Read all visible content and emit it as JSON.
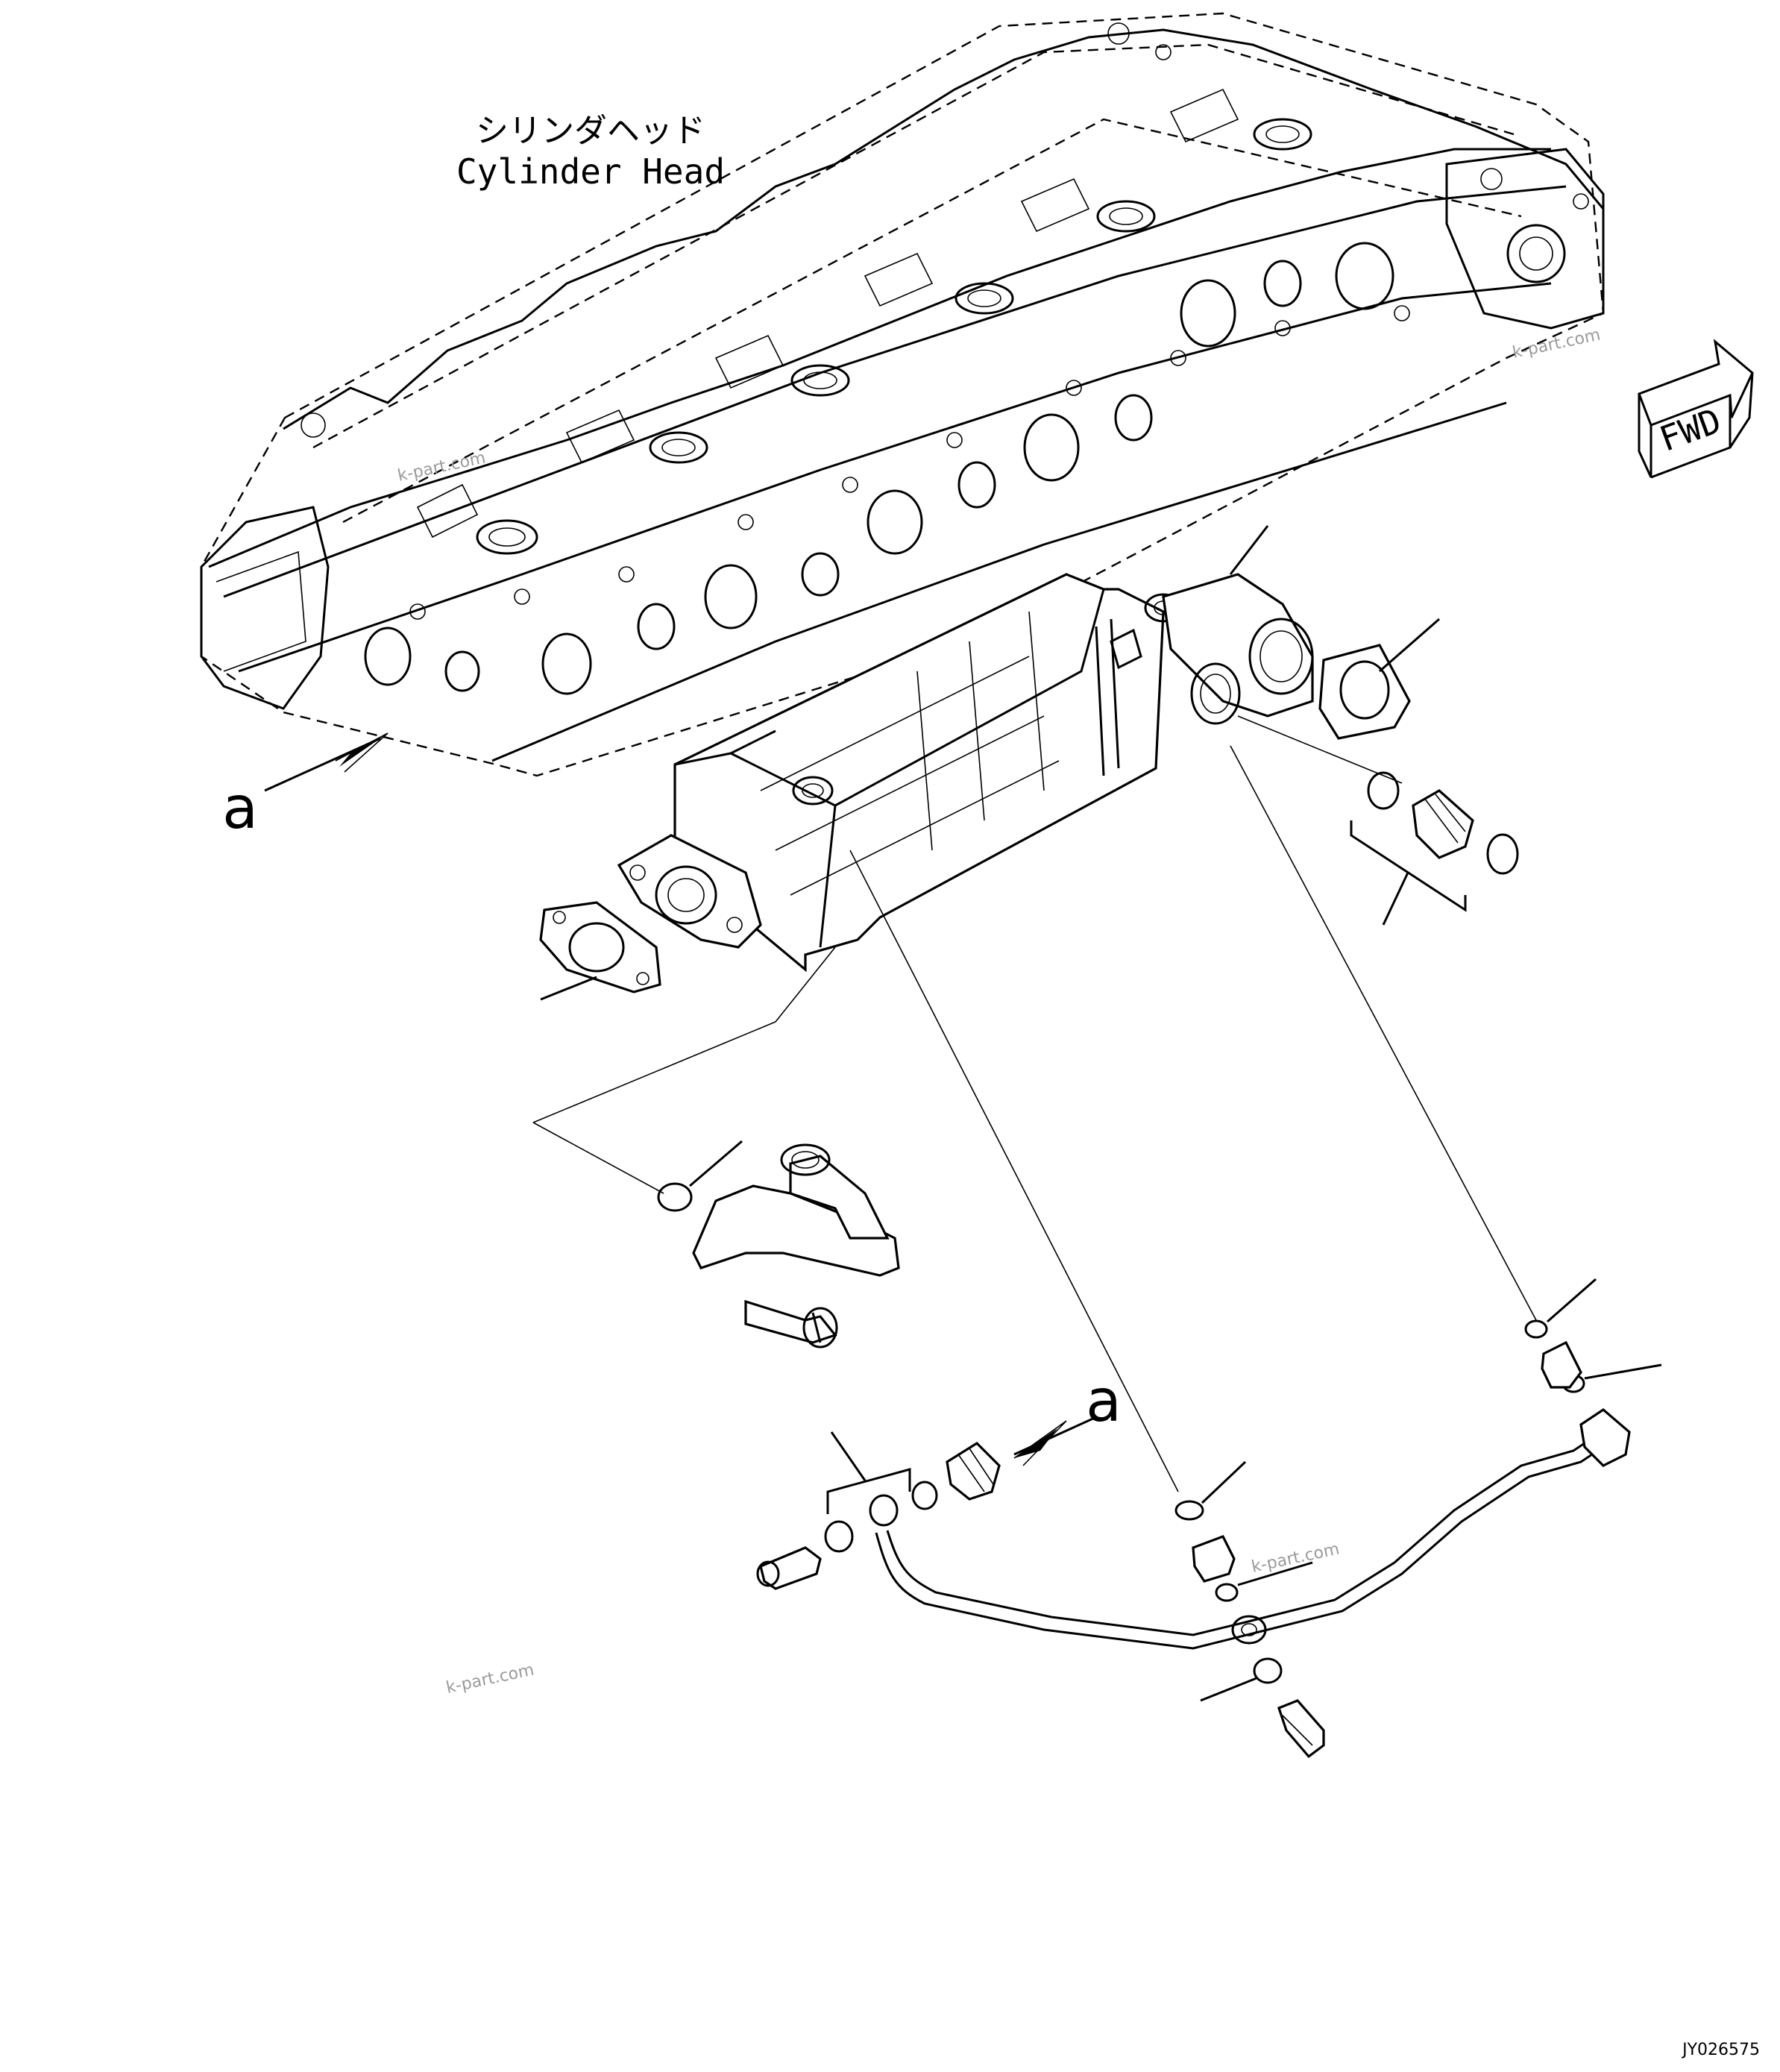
{
  "cylinder_head": {
    "label_jp": "シリンダヘッド",
    "label_en": "Cylinder Head"
  },
  "fwd_arrow": {
    "label": "FWD"
  },
  "callout_letter": "a",
  "watermark": "k-part.com",
  "drawing_number": "JY026575"
}
